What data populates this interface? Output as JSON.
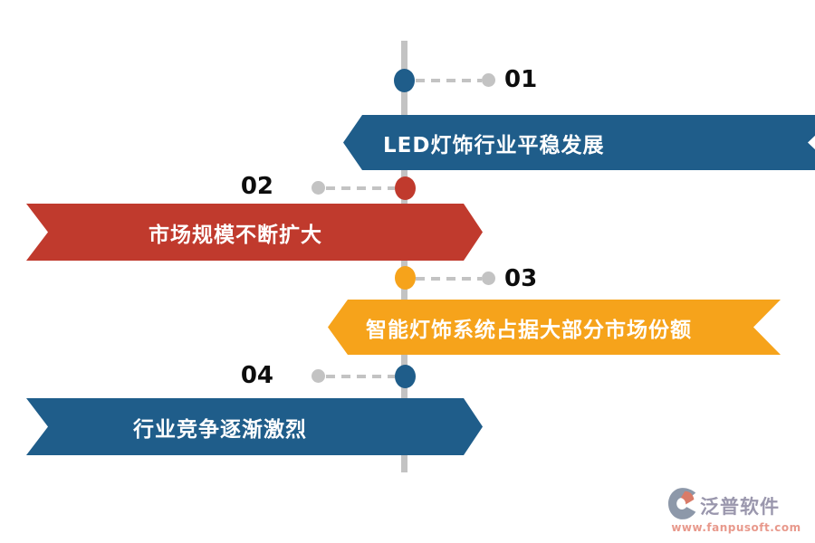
{
  "timeline": {
    "line_color": "#c3c3c3",
    "number_color": "#0d0d0d",
    "items": [
      {
        "number": "01",
        "label": "LED灯饰行业平稳发展",
        "color": "#1f5d8a"
      },
      {
        "number": "02",
        "label": "市场规模不断扩大",
        "color": "#c03a2d"
      },
      {
        "number": "03",
        "label": "智能灯饰系统占据大部分市场份额",
        "color": "#f6a31b"
      },
      {
        "number": "04",
        "label": "行业竞争逐渐激烈",
        "color": "#1f5d8a"
      }
    ]
  },
  "footer": {
    "brand": "泛普软件",
    "website": "www.fanpusoft.com",
    "brand_color": "#9a97ad",
    "website_color": "#e8998c",
    "logo_gray": "#8d98a9",
    "logo_red": "#d97b68"
  }
}
